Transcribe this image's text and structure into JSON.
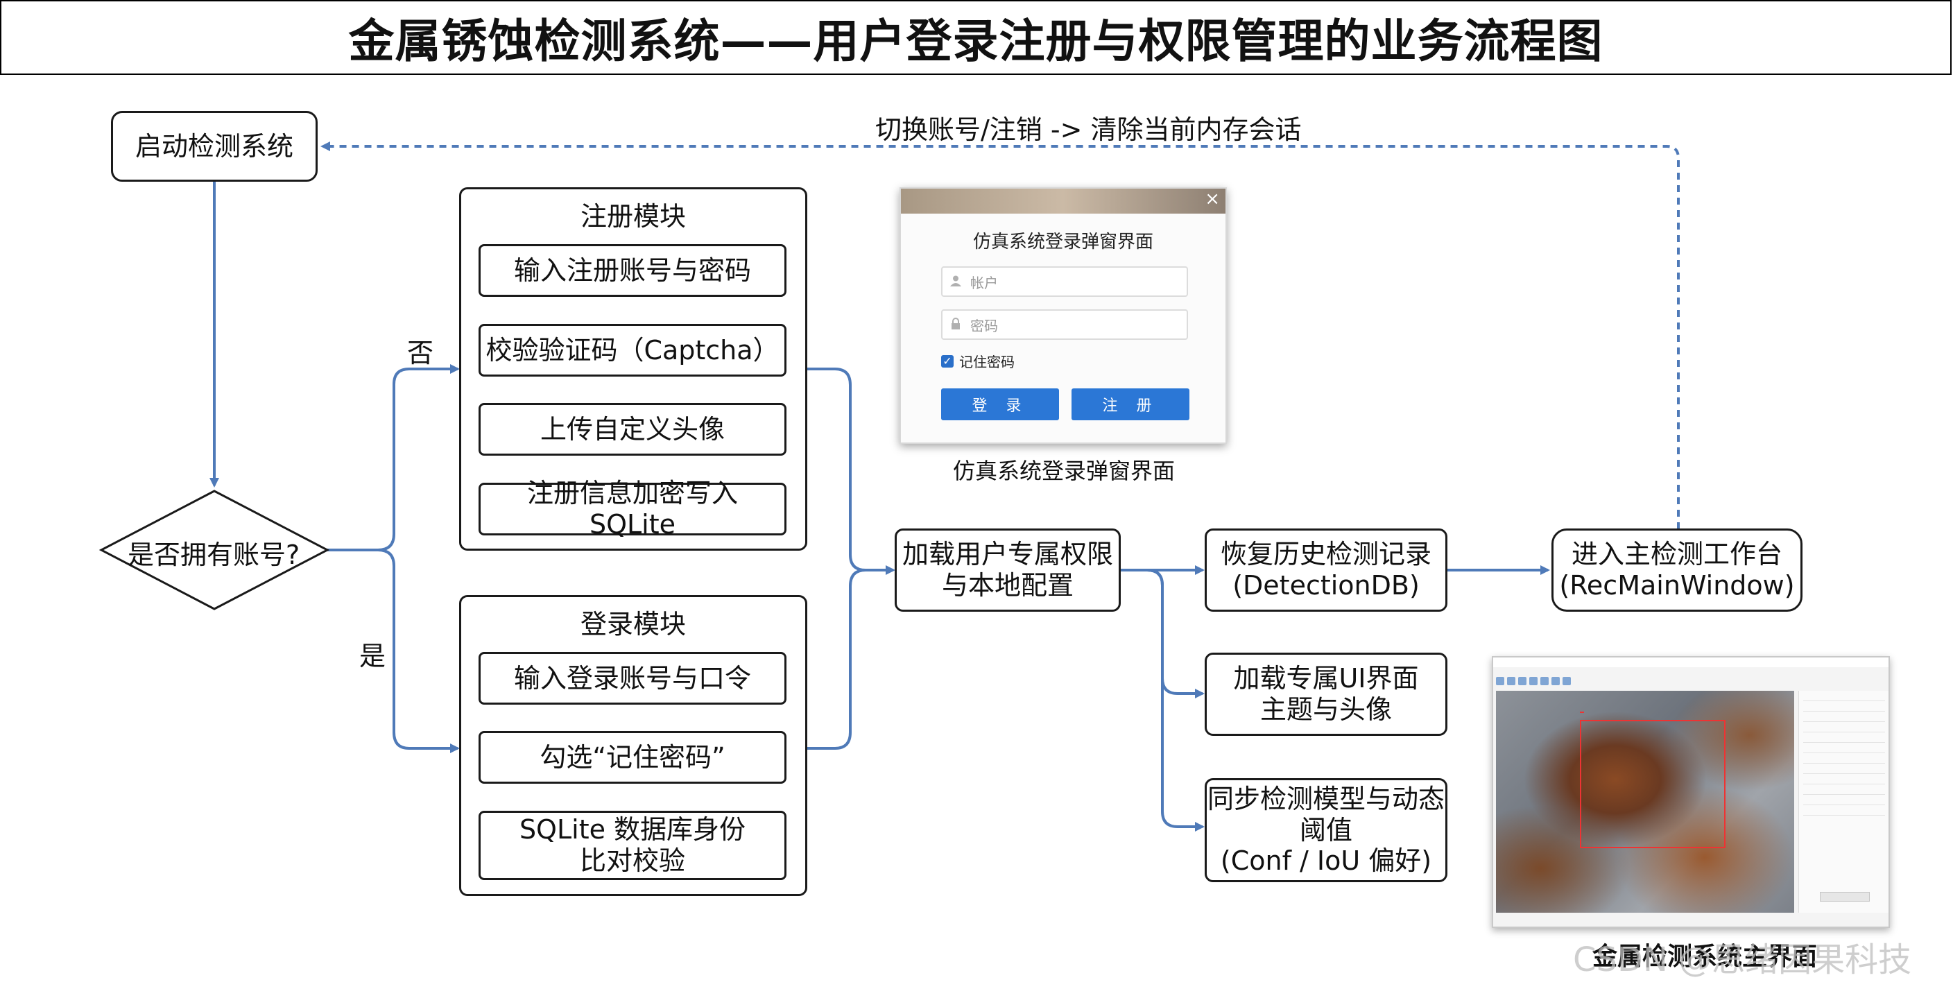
{
  "title": "金属锈蚀检测系统——用户登录注册与权限管理的业务流程图",
  "nodes": {
    "start": "启动检测系统",
    "decision": "是否拥有账号?",
    "branch_no": "否",
    "branch_yes": "是",
    "register_module": {
      "title": "注册模块",
      "steps": [
        "输入注册账号与密码",
        "校验验证码（Captcha）",
        "上传自定义头像",
        "注册信息加密写入 SQLite"
      ]
    },
    "login_module": {
      "title": "登录模块",
      "steps": [
        "输入登录账号与口令",
        "勾选“记住密码”",
        "SQLite 数据库身份",
        "比对校验"
      ]
    },
    "load_permissions": [
      "加载用户专属权限",
      "与本地配置"
    ],
    "restore_history": [
      "恢复历史检测记录",
      "(DetectionDB)"
    ],
    "load_ui": [
      "加载专属UI界面",
      "主题与头像"
    ],
    "sync_model": [
      "同步检测模型与动态",
      "阈值",
      "(Conf / IoU 偏好)"
    ],
    "enter_workbench": [
      "进入主检测工作台",
      "(RecMainWindow)"
    ],
    "loop_back": "切换账号/注销 -> 清除当前内存会话"
  },
  "login_dialog": {
    "title": "仿真系统登录弹窗界面",
    "account_placeholder": "帐户",
    "password_placeholder": "密码",
    "remember": "记住密码",
    "login_button": "登 录",
    "register_button": "注 册",
    "close": "×",
    "caption": "仿真系统登录弹窗界面"
  },
  "main_window": {
    "caption": "金属检测系统主界面"
  },
  "watermark": "CSDN @思绪因果科技"
}
